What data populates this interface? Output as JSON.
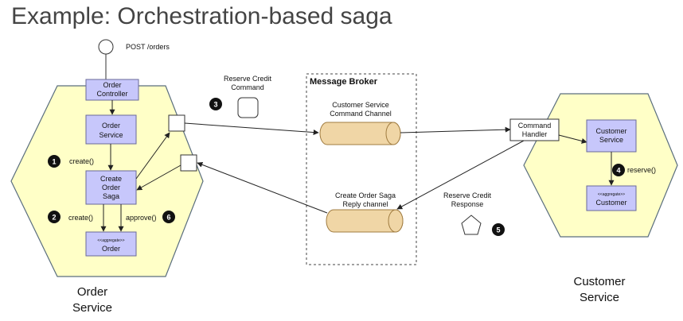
{
  "title": "Example: Orchestration-based saga",
  "order_service": {
    "name_line1": "Order",
    "name_line2": "Service",
    "order_controller": [
      "Order",
      "Controller"
    ],
    "order_service_box": [
      "Order",
      "Service"
    ],
    "create_order_saga": [
      "Create",
      "Order",
      "Saga"
    ],
    "order_aggregate": {
      "stereotype": "<<aggregate>>",
      "name": "Order"
    }
  },
  "customer_service": {
    "name_line1": "Customer",
    "name_line2": "Service",
    "customer_service_box": [
      "Customer",
      "Service"
    ],
    "customer_aggregate": {
      "stereotype": "<<aggregate>>",
      "name": "Customer"
    },
    "command_handler": [
      "Command",
      "Handler"
    ]
  },
  "message_broker": {
    "label": "Message Broker",
    "command_channel": [
      "Customer Service",
      "Command Channel"
    ],
    "reply_channel": [
      "Create Order Saga",
      "Reply channel"
    ]
  },
  "post_orders": "POST /orders",
  "reserve_credit_command": [
    "Reserve Credit",
    "Command"
  ],
  "reserve_credit_response": [
    "Reserve Credit",
    "Response"
  ],
  "steps": {
    "s1": {
      "num": "1",
      "label": "create()"
    },
    "s2": {
      "num": "2",
      "label": "create()"
    },
    "s3": {
      "num": "3"
    },
    "s4": {
      "num": "4",
      "label": "reserve()"
    },
    "s5": {
      "num": "5"
    },
    "s6": {
      "num": "6",
      "label": "approve()"
    }
  },
  "colors": {
    "hexagon_fill": "#ffffc7",
    "hexagon_stroke": "#5a6e7e",
    "component_fill": "#c7c7fb",
    "component_stroke": "#6a6a9a",
    "channel_fill": "#f0d6a6",
    "channel_stroke": "#a07c40",
    "badge": "#111111"
  }
}
